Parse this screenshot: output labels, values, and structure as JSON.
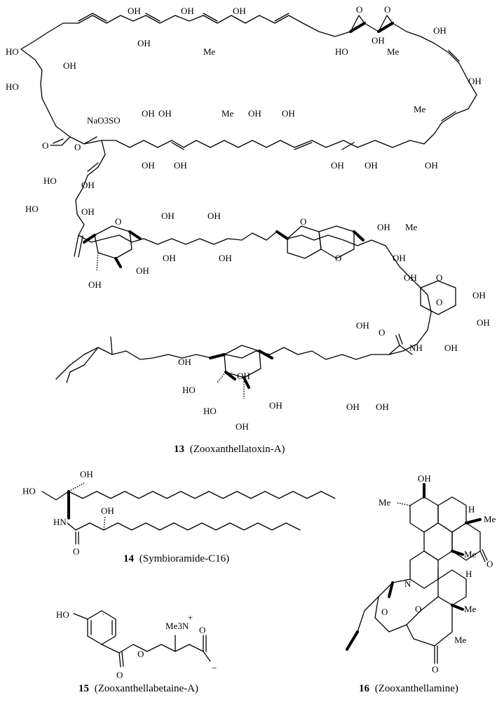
{
  "compounds": [
    {
      "number": "13",
      "name": "(Zooxanthellatoxin-A)",
      "labels": [
        "OH",
        "OH",
        "OH",
        "OH",
        "O",
        "O",
        "OH",
        "HO",
        "OH",
        "Me",
        "Me",
        "HO",
        "OH",
        "Me",
        "HO",
        "OH",
        "NaO3SO",
        "OH",
        "Me",
        "OH",
        "OH",
        "O",
        "O",
        "OH",
        "OH",
        "OH",
        "OH",
        "OH",
        "OH",
        "HO",
        "OH",
        "HO",
        "OH",
        "OH",
        "OH",
        "OH",
        "O",
        "O",
        "O",
        "OH",
        "Me",
        "OH",
        "OH",
        "OH",
        "OH",
        "O",
        "OH",
        "O",
        "OH",
        "OH",
        "OH",
        "O",
        "NH",
        "OH",
        "OH",
        "HO",
        "OH",
        "HO",
        "OH",
        "OH",
        "OH",
        "OH"
      ]
    },
    {
      "number": "14",
      "name": "(Symbioramide-C16)",
      "labels": [
        "OH",
        "HO",
        "HN",
        "OH",
        "O"
      ]
    },
    {
      "number": "15",
      "name": "(Zooxanthellabetaine-A)",
      "labels": [
        "HO",
        "Me3N",
        "+",
        "O",
        "O",
        "O",
        "−"
      ]
    },
    {
      "number": "16",
      "name": "(Zooxanthellamine)",
      "labels": [
        "OH",
        "Me",
        "H",
        "Me",
        "Me",
        "O",
        "H",
        "N",
        "O",
        "O",
        "Me",
        "Me",
        "O"
      ]
    }
  ]
}
